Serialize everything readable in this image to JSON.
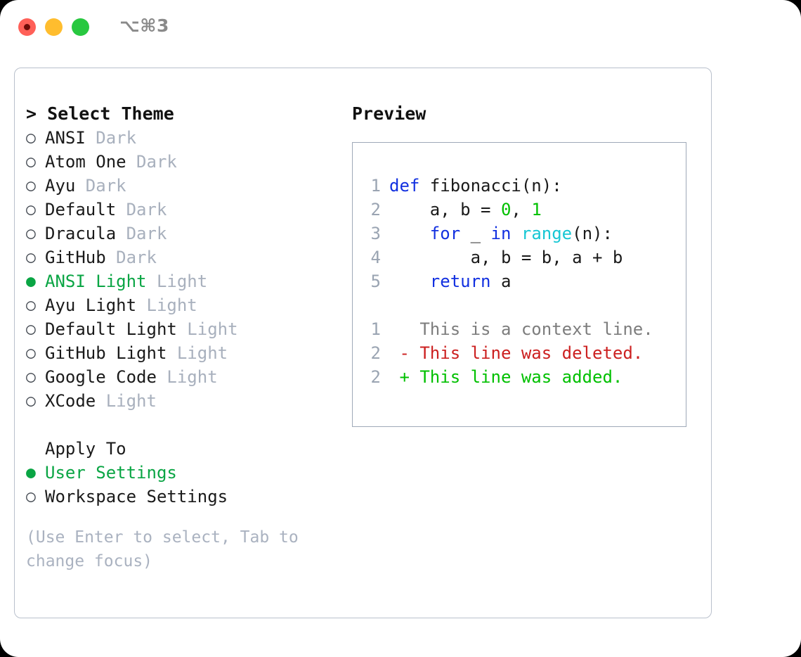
{
  "window": {
    "title_shortcut": "⌥⌘3",
    "traffic_lights": [
      {
        "name": "close",
        "color": "#ff6058"
      },
      {
        "name": "minimize",
        "color": "#ffbd2e"
      },
      {
        "name": "maximize",
        "color": "#28c840"
      }
    ]
  },
  "colors": {
    "selected_green": "#0aa544",
    "muted_grey": "#a8b0bd",
    "keyword_blue": "#1230e0",
    "function_cyan": "#17c7d4",
    "number_green": "#00c000",
    "diff_added": "#00c000",
    "diff_deleted": "#cc2020",
    "diff_context": "#7d7d7d",
    "panel_border": "#b9c0cc",
    "preview_border": "#9fa9b8"
  },
  "theme_list": {
    "heading": "Select Theme",
    "caret": ">",
    "bullet_on": "●",
    "bullet_off": "○",
    "items": [
      {
        "label": "ANSI",
        "suffix": "Dark",
        "selected": false
      },
      {
        "label": "Atom One",
        "suffix": "Dark",
        "selected": false
      },
      {
        "label": "Ayu",
        "suffix": "Dark",
        "selected": false
      },
      {
        "label": "Default",
        "suffix": "Dark",
        "selected": false
      },
      {
        "label": "Dracula",
        "suffix": "Dark",
        "selected": false
      },
      {
        "label": "GitHub",
        "suffix": "Dark",
        "selected": false
      },
      {
        "label": "ANSI Light",
        "suffix": "Light",
        "selected": true
      },
      {
        "label": "Ayu Light",
        "suffix": "Light",
        "selected": false
      },
      {
        "label": "Default Light",
        "suffix": "Light",
        "selected": false
      },
      {
        "label": "GitHub Light",
        "suffix": "Light",
        "selected": false
      },
      {
        "label": "Google Code",
        "suffix": "Light",
        "selected": false
      },
      {
        "label": "XCode",
        "suffix": "Light",
        "selected": false
      }
    ]
  },
  "apply_to": {
    "heading": "Apply To",
    "items": [
      {
        "label": "User Settings",
        "selected": true
      },
      {
        "label": "Workspace Settings",
        "selected": false
      }
    ]
  },
  "hint": "(Use Enter to select, Tab to change focus)",
  "preview": {
    "title": "Preview",
    "code_lines": [
      {
        "no": "1",
        "tokens": [
          {
            "t": "def",
            "c": "kw"
          },
          {
            "t": " fibonacci(n):",
            "c": ""
          }
        ]
      },
      {
        "no": "2",
        "tokens": [
          {
            "t": "    a, b = ",
            "c": ""
          },
          {
            "t": "0",
            "c": "num"
          },
          {
            "t": ", ",
            "c": ""
          },
          {
            "t": "1",
            "c": "num"
          }
        ]
      },
      {
        "no": "3",
        "tokens": [
          {
            "t": "    ",
            "c": ""
          },
          {
            "t": "for",
            "c": "kw"
          },
          {
            "t": " _ ",
            "c": ""
          },
          {
            "t": "in",
            "c": "kw"
          },
          {
            "t": " ",
            "c": ""
          },
          {
            "t": "range",
            "c": "fn"
          },
          {
            "t": "(n):",
            "c": ""
          }
        ]
      },
      {
        "no": "4",
        "tokens": [
          {
            "t": "        a, b = b, a + b",
            "c": ""
          }
        ]
      },
      {
        "no": "5",
        "tokens": [
          {
            "t": "    ",
            "c": ""
          },
          {
            "t": "return",
            "c": "kw"
          },
          {
            "t": " a",
            "c": ""
          }
        ]
      }
    ],
    "diff_lines": [
      {
        "no": "1",
        "marker": " ",
        "text": " This is a context line.",
        "kind": "ctx"
      },
      {
        "no": "2",
        "marker": "-",
        "text": " This line was deleted.",
        "kind": "del"
      },
      {
        "no": "2",
        "marker": "+",
        "text": " This line was added.",
        "kind": "add"
      }
    ]
  }
}
